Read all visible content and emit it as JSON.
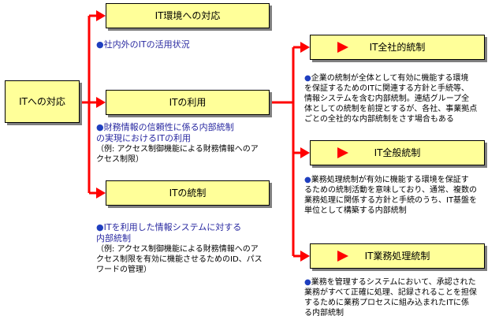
{
  "root": {
    "label": "ITへの対応"
  },
  "level1": [
    {
      "label": "IT環境への対応"
    },
    {
      "label": "ITの利用"
    },
    {
      "label": "ITの統制"
    }
  ],
  "level2": [
    {
      "label": "IT全社的統制"
    },
    {
      "label": "IT全般統制"
    },
    {
      "label": "IT業務処理統制"
    }
  ],
  "notes": {
    "env": {
      "bullet": "●",
      "lines": [
        "社内外のITの活用状況"
      ]
    },
    "use": {
      "bullet": "●",
      "lines": [
        "財務情報の信頼性に係る内部統制",
        "の実現におけるITの利用"
      ],
      "example": [
        "（例: アクセス制御機能による財務情報へのア",
        "クセス制限）"
      ]
    },
    "control": {
      "bullet": "●",
      "lines": [
        "ITを利用した情報システムに対する",
        "内部統制"
      ],
      "example": [
        "（例: アクセス制御機能による財務情報へのア",
        "クセス制限を有効に機能させるためのID、パス",
        "ワードの管理）"
      ]
    },
    "company": {
      "bullet": "●",
      "lines": [
        "企業の統制が全体として有効に機能する環境",
        "を保証するためのITに関連する方針と手続等、",
        "情報システムを含む内部統制。連結グループ全",
        "体としての統制を前提とするが、各社、事業拠点",
        "ごとの全社的な内部統制をさす場合もある"
      ]
    },
    "general": {
      "bullet": "●",
      "lines": [
        "業務処理統制が有効に機能する環境を保証す",
        "るための統制活動を意味しており、通常、複数の",
        "業務処理に関係する方針と手続のうち、IT基盤を",
        "単位として構築する内部統制"
      ]
    },
    "business": {
      "bullet": "●",
      "lines": [
        "業務を管理するシステムにおいて、承認された",
        "業務がすべて正確に処理、記録されることを担保",
        "するために業務プロセスに組み込まれたITに係",
        "る内部統制"
      ]
    }
  },
  "colors": {
    "box_fill": "#ffff99",
    "connector": "#ff0000",
    "bullet": "#1f3fbf"
  }
}
